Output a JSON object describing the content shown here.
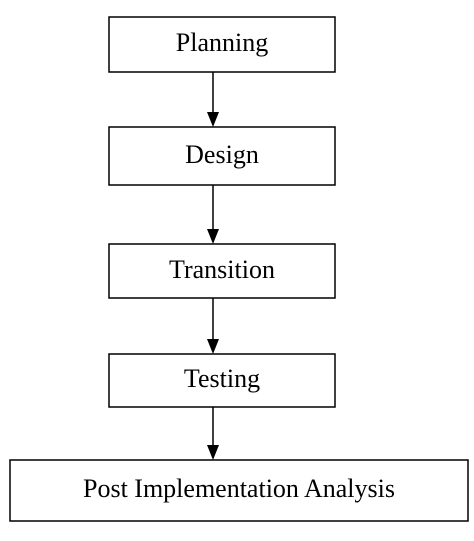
{
  "diagram": {
    "steps": [
      {
        "label": "Planning"
      },
      {
        "label": "Design"
      },
      {
        "label": "Transition"
      },
      {
        "label": "Testing"
      },
      {
        "label": "Post Implementation Analysis"
      }
    ],
    "colors": {
      "stroke": "#000000",
      "fill": "#ffffff",
      "text": "#000000"
    }
  }
}
